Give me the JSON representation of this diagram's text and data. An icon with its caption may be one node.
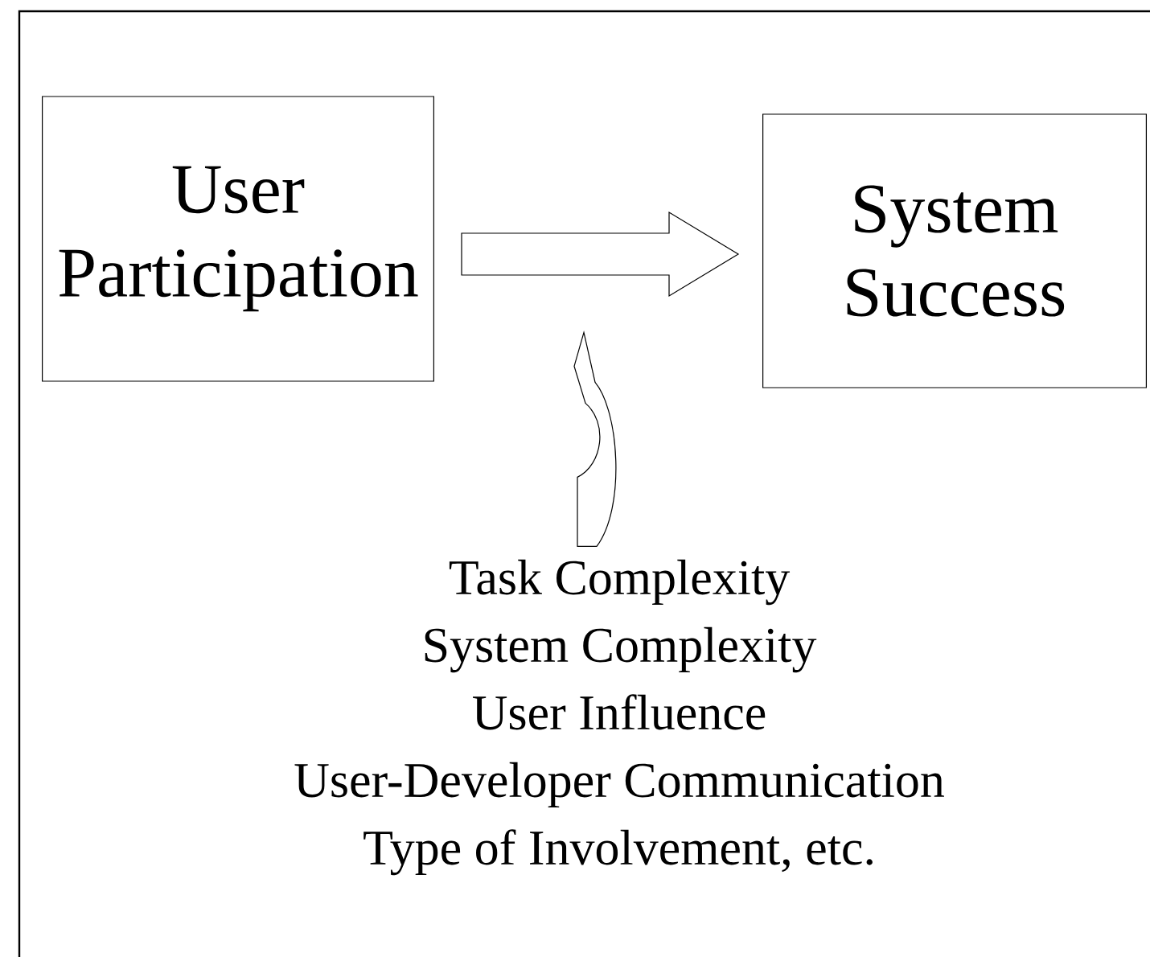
{
  "diagram": {
    "nodes": [
      {
        "text": [
          "User Participation"
        ]
      },
      {
        "text": [
          "System Success"
        ]
      },
      {
        "text": [
          "Task Complexity",
          "System Complexity",
          "User Influence",
          "User-Developer Communication",
          "Type of Involvement, etc."
        ]
      }
    ],
    "edges": [
      {
        "from": 0,
        "to": 1,
        "arrow": "to"
      },
      {
        "from": 2,
        "to": null,
        "arrow": "to"
      }
    ]
  }
}
